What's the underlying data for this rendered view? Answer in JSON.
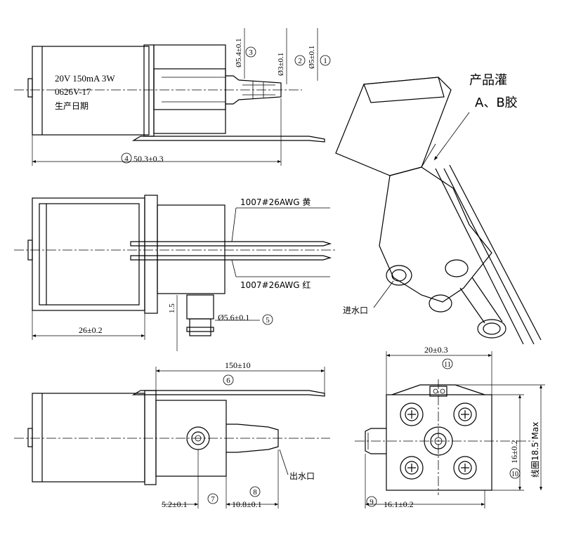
{
  "labels": {
    "spec_voltage": "20V 150mA 3W",
    "spec_code": "0626V-17",
    "spec_date": "生产日期",
    "dim_1": "Ø5±0.1",
    "dim_2": "Ø3±0.1",
    "dim_3": "Ø5.4±0.1",
    "dim_4": "50.3±0.3",
    "wire_yellow": "1007#26AWG 黄",
    "wire_red": "1007#26AWG 红",
    "dim_5": "Ø5.6±0.1",
    "dim_15": "1.5",
    "dim_26": "26±0.2",
    "potting_line1": "产品灌",
    "potting_line2": "A、B胶",
    "inlet": "进水口",
    "dim_6": "150±10",
    "outlet": "出水口",
    "dim_7": "5.2±0.1",
    "dim_8": "10.8±0.1",
    "dim_20": "20±0.3",
    "dim_9": "16.1±0.2",
    "dim_10": "16±0.2",
    "dim_coil": "线圈18.5 Max"
  },
  "callouts": {
    "c1": "1",
    "c2": "2",
    "c3": "3",
    "c4": "4",
    "c5": "5",
    "c6": "6",
    "c7": "7",
    "c8": "8",
    "c9": "9",
    "c10": "10",
    "c11": "11"
  }
}
